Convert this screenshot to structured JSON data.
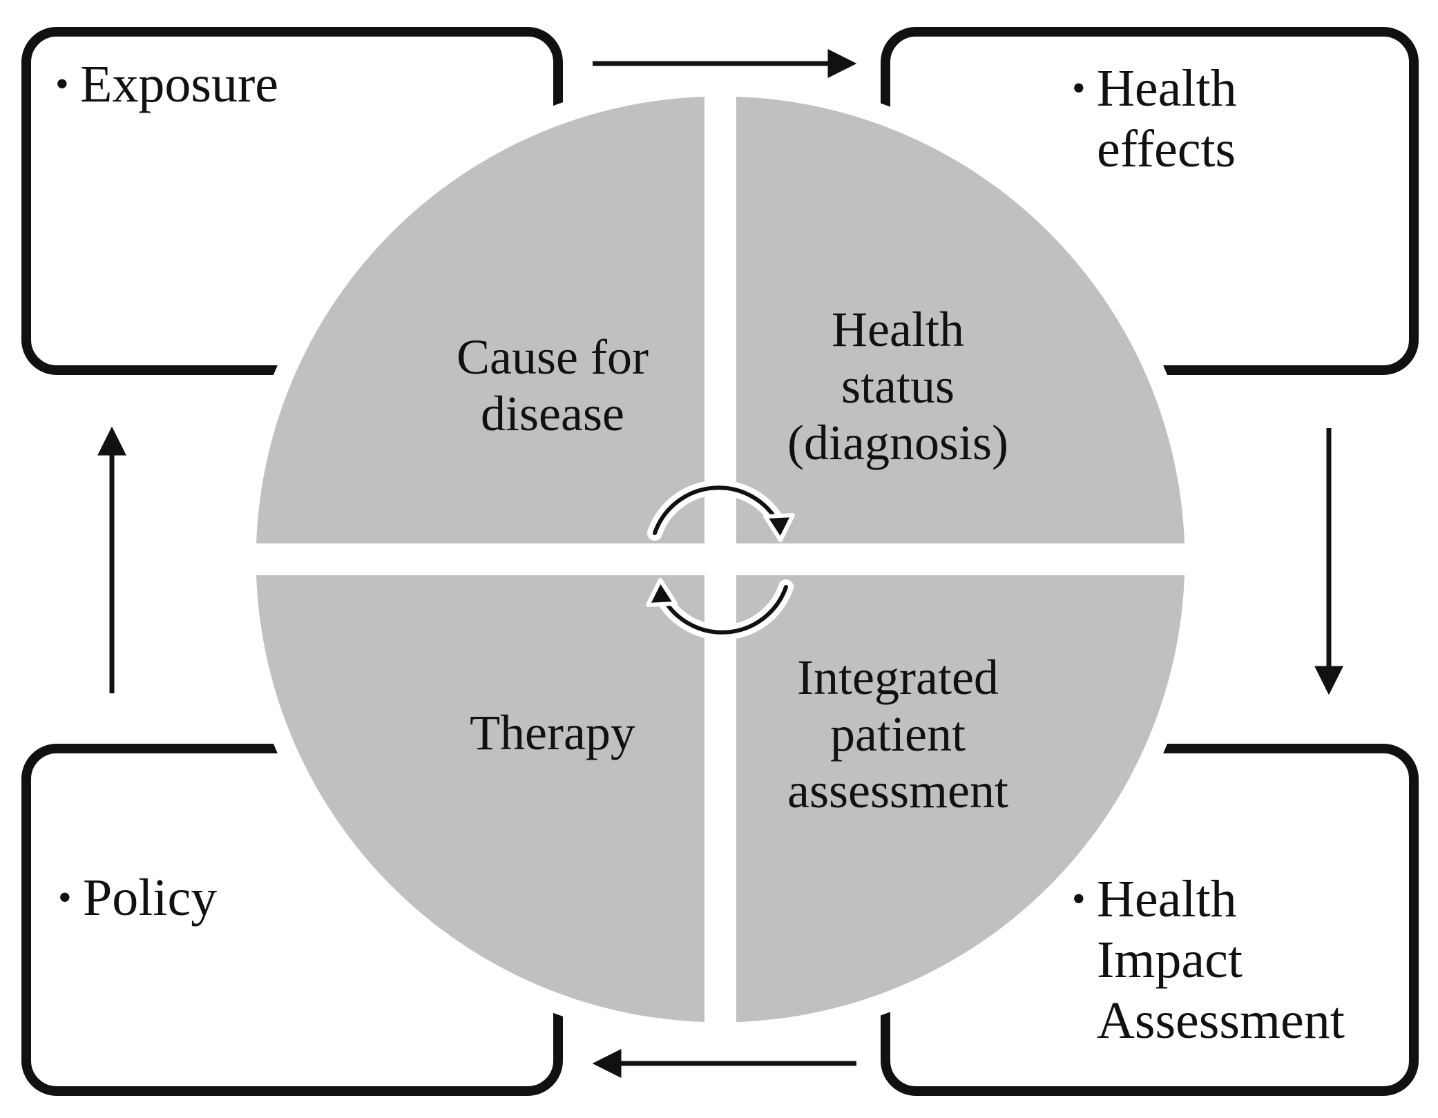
{
  "colors": {
    "background": "#ffffff",
    "outline": "#111111",
    "circle_fill": "#c0c0c0",
    "text": "#111111"
  },
  "boxes": {
    "exposure": {
      "bullet": "•",
      "lines": [
        "Exposure"
      ]
    },
    "health_effects": {
      "bullet": "•",
      "lines": [
        "Health",
        "effects"
      ]
    },
    "policy": {
      "bullet": "•",
      "lines": [
        "Policy"
      ]
    },
    "health_impact_assessment": {
      "bullet": "•",
      "lines": [
        "Health",
        "Impact",
        "Assessment"
      ]
    }
  },
  "quadrants": {
    "cause_for_disease": [
      "Cause for",
      "disease"
    ],
    "health_status": [
      "Health",
      "status",
      "(diagnosis)"
    ],
    "therapy": [
      "Therapy"
    ],
    "integrated_patient_assessment": [
      "Integrated",
      "patient",
      "assessment"
    ]
  },
  "flow": [
    {
      "from": "Exposure",
      "to": "Health effects",
      "direction": "right"
    },
    {
      "from": "Health effects",
      "to": "Health Impact Assessment",
      "direction": "down"
    },
    {
      "from": "Health Impact Assessment",
      "to": "Policy",
      "direction": "left"
    },
    {
      "from": "Policy",
      "to": "Exposure",
      "direction": "up"
    }
  ],
  "center_cycle_icon": "circular-arrows-icon"
}
